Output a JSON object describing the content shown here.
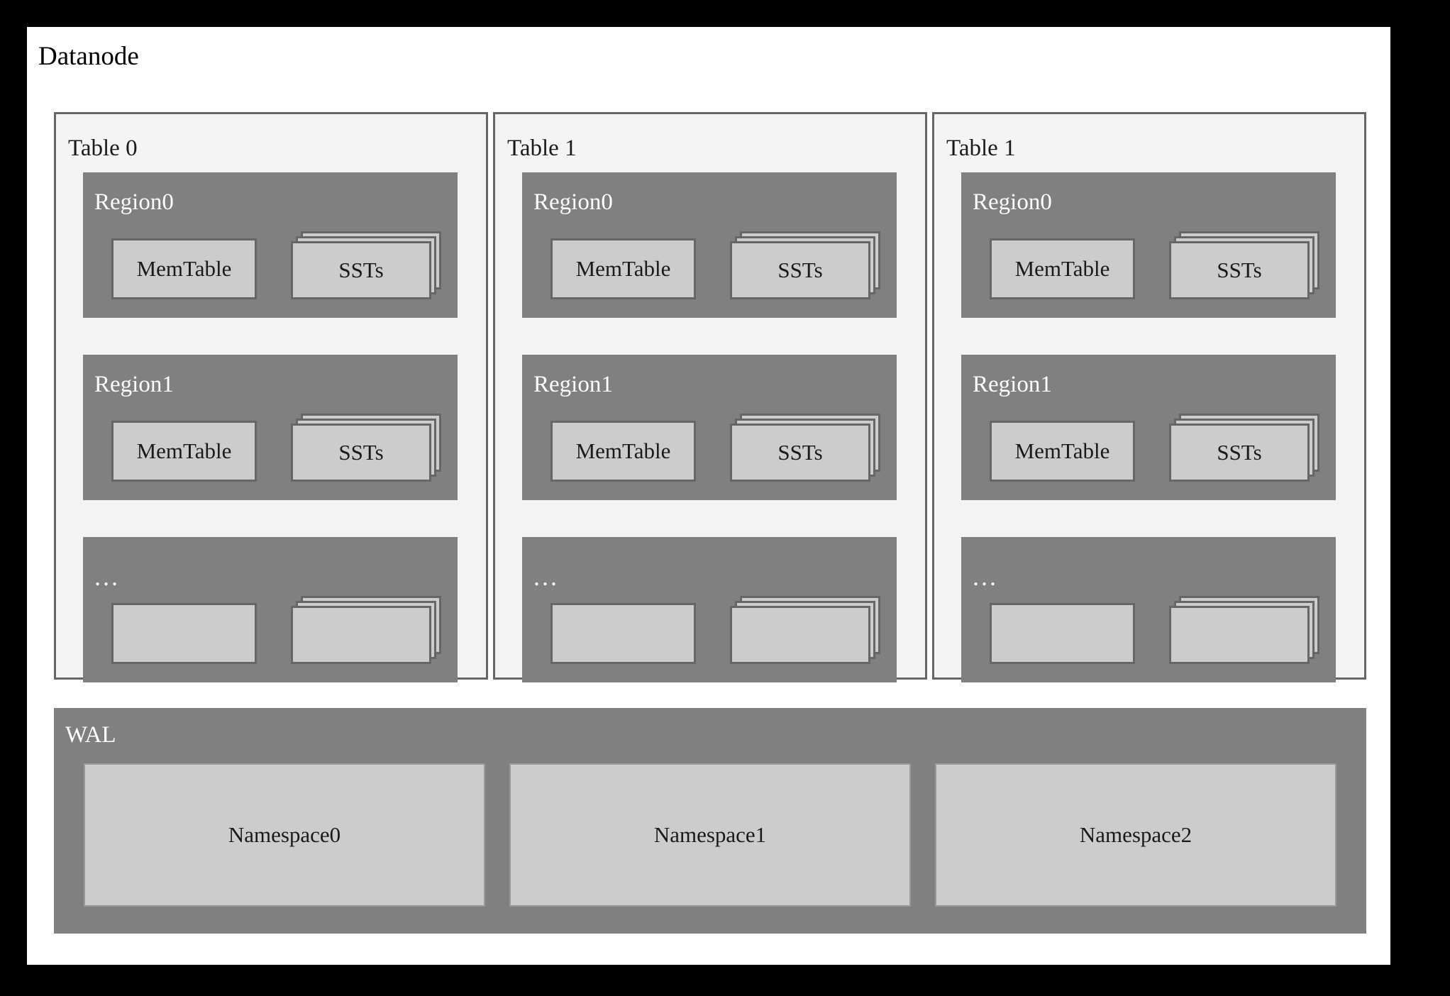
{
  "diagram": {
    "title": "Datanode",
    "colors": {
      "outer_frame": "#000000",
      "canvas": "#ffffff",
      "table_panel_bg": "#f4f4f4",
      "table_panel_border": "#666666",
      "region_bg": "#808080",
      "box_fill": "#cccccc",
      "box_border": "#666666",
      "label_dark": "#1a1a1a",
      "label_light": "#ffffff"
    },
    "tables": [
      {
        "label": "Table 0",
        "regions": [
          {
            "label": "Region0",
            "memtable_label": "MemTable",
            "sst_label": "SSTs",
            "sst_card_count": 3
          },
          {
            "label": "Region1",
            "memtable_label": "MemTable",
            "sst_label": "SSTs",
            "sst_card_count": 3
          },
          {
            "label": "...",
            "memtable_label": "",
            "sst_label": "",
            "sst_card_count": 3
          }
        ]
      },
      {
        "label": "Table 1",
        "regions": [
          {
            "label": "Region0",
            "memtable_label": "MemTable",
            "sst_label": "SSTs",
            "sst_card_count": 3
          },
          {
            "label": "Region1",
            "memtable_label": "MemTable",
            "sst_label": "SSTs",
            "sst_card_count": 3
          },
          {
            "label": "...",
            "memtable_label": "",
            "sst_label": "",
            "sst_card_count": 3
          }
        ]
      },
      {
        "label": "Table 1",
        "regions": [
          {
            "label": "Region0",
            "memtable_label": "MemTable",
            "sst_label": "SSTs",
            "sst_card_count": 3
          },
          {
            "label": "Region1",
            "memtable_label": "MemTable",
            "sst_label": "SSTs",
            "sst_card_count": 3
          },
          {
            "label": "...",
            "memtable_label": "",
            "sst_label": "",
            "sst_card_count": 3
          }
        ]
      }
    ],
    "wal": {
      "label": "WAL",
      "namespaces": [
        {
          "label": "Namespace0"
        },
        {
          "label": "Namespace1"
        },
        {
          "label": "Namespace2"
        }
      ]
    }
  }
}
